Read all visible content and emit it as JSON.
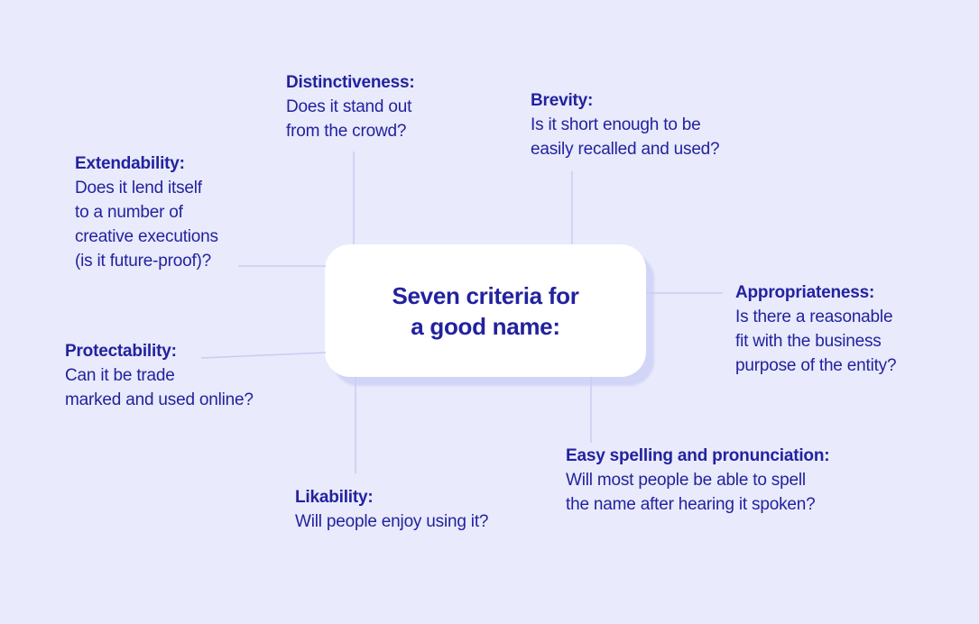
{
  "canvas": {
    "background_color": "#e9eafb",
    "line_color": "#c9ccf3"
  },
  "center_box": {
    "title": "Seven criteria for\na good name:",
    "background_color": "#ffffff",
    "shadow_color": "#d3d5f7",
    "text_color": "#22229f"
  },
  "criteria": [
    {
      "id": "distinctiveness",
      "heading": "Distinctiveness:",
      "body": "Does it stand out\nfrom the crowd?"
    },
    {
      "id": "brevity",
      "heading": "Brevity:",
      "body": "Is it short enough to be\neasily recalled and used?"
    },
    {
      "id": "extendability",
      "heading": "Extendability:",
      "body": "Does it lend itself\nto a number of\ncreative executions\n(is it future-proof)?"
    },
    {
      "id": "protectability",
      "heading": "Protectability:",
      "body": "Can it be trade\nmarked and used online?"
    },
    {
      "id": "appropriateness",
      "heading": "Appropriateness:",
      "body": "Is there a reasonable\nfit with the business\npurpose of the entity?"
    },
    {
      "id": "easy-spelling",
      "heading": "Easy spelling and pronunciation:",
      "body": "Will most people be able to spell\nthe name after hearing it spoken?"
    },
    {
      "id": "likability",
      "heading": "Likability:",
      "body": "Will people enjoy using it?"
    }
  ]
}
